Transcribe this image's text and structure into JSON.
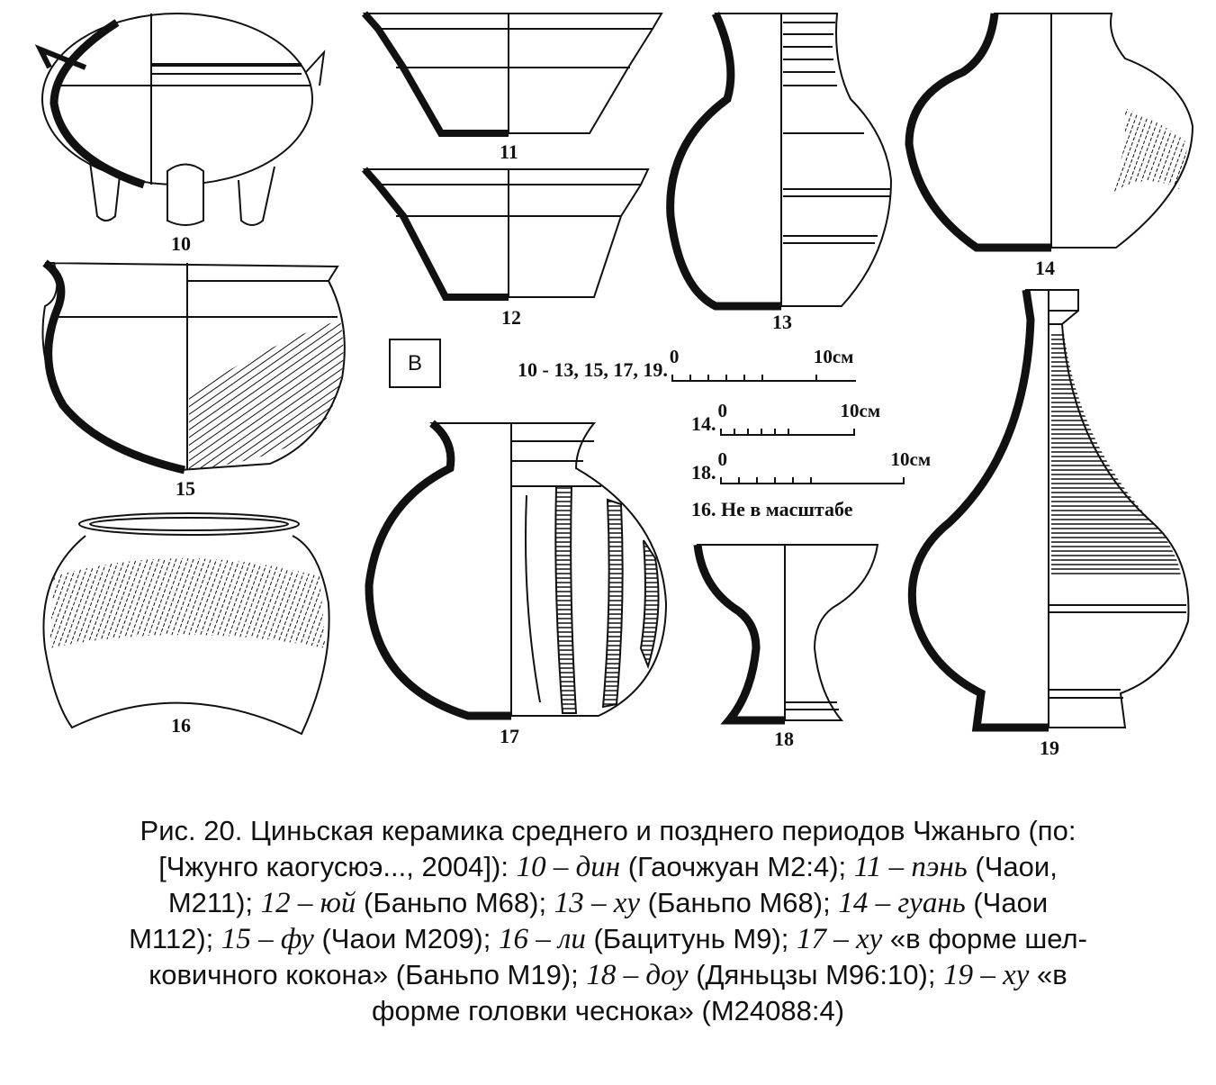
{
  "figure": {
    "panel_letter": "В",
    "vessel_labels": {
      "v10": "10",
      "v11": "11",
      "v12": "12",
      "v13": "13",
      "v14": "14",
      "v15": "15",
      "v16": "16",
      "v17": "17",
      "v18": "18",
      "v19": "19"
    },
    "scales": [
      {
        "label": "10 - 13, 15, 17, 19.",
        "zero": "0",
        "end": "10см"
      },
      {
        "label": "14.",
        "zero": "0",
        "end": "10см"
      },
      {
        "label": "18.",
        "zero": "0",
        "end": "10см"
      }
    ],
    "scale_note": "16. Не в масштабе"
  },
  "caption": {
    "line1": "Рис. 20. Циньская керамика среднего и позднего периодов Чжаньго (по:",
    "line2_a": "[Чжунго каогусюэ..., 2004]): ",
    "it10": "10 – дин",
    "t10": " (Гаочжуан М2:4); ",
    "it11": "11 – пэнь",
    "t11a": " (Чаои,",
    "t11b": "М211); ",
    "it12": "12 – юй",
    "t12": " (Баньпо М68); ",
    "it13": "13 – ху",
    "t13": " (Баньпо М68); ",
    "it14": "14 – гуань",
    "t14a": " (Чаои",
    "t14b": "М112); ",
    "it15": "15 – фу",
    "t15": " (Чаои М209); ",
    "it16": "16 – ли",
    "t16": " (Бацитунь М9); ",
    "it17": "17 – ху",
    "t17a": " «в форме шел-",
    "t17b": "ковичного кокона» (Баньпо М19); ",
    "it18": "18 – доу",
    "t18": " (Дяньцзы М96:10); ",
    "it19": "19 – ху",
    "t19a": " «в",
    "t19b": "форме головки чеснока» (М24088:4)"
  }
}
